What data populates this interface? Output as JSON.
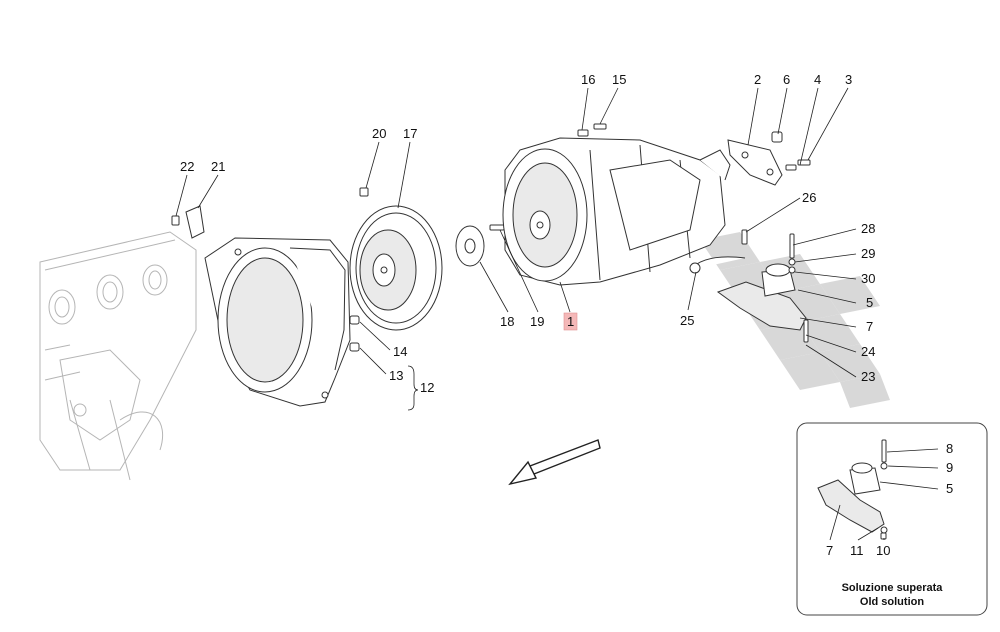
{
  "callouts": {
    "c1": "1",
    "c2": "2",
    "c3": "3",
    "c4": "4",
    "c5": "5",
    "c6": "6",
    "c7": "7",
    "c12": "12",
    "c13": "13",
    "c14": "14",
    "c15": "15",
    "c16": "16",
    "c17": "17",
    "c18": "18",
    "c19": "19",
    "c20": "20",
    "c21": "21",
    "c22": "22",
    "c23": "23",
    "c24": "24",
    "c25": "25",
    "c26": "26",
    "c28": "28",
    "c29": "29",
    "c30": "30"
  },
  "inset": {
    "caption_line1": "Soluzione superata",
    "caption_line2": "Old solution",
    "callouts": {
      "c8": "8",
      "c9": "9",
      "c5": "5",
      "c7": "7",
      "c11": "11",
      "c10": "10"
    }
  },
  "highlight_color": "#f4b8b8"
}
